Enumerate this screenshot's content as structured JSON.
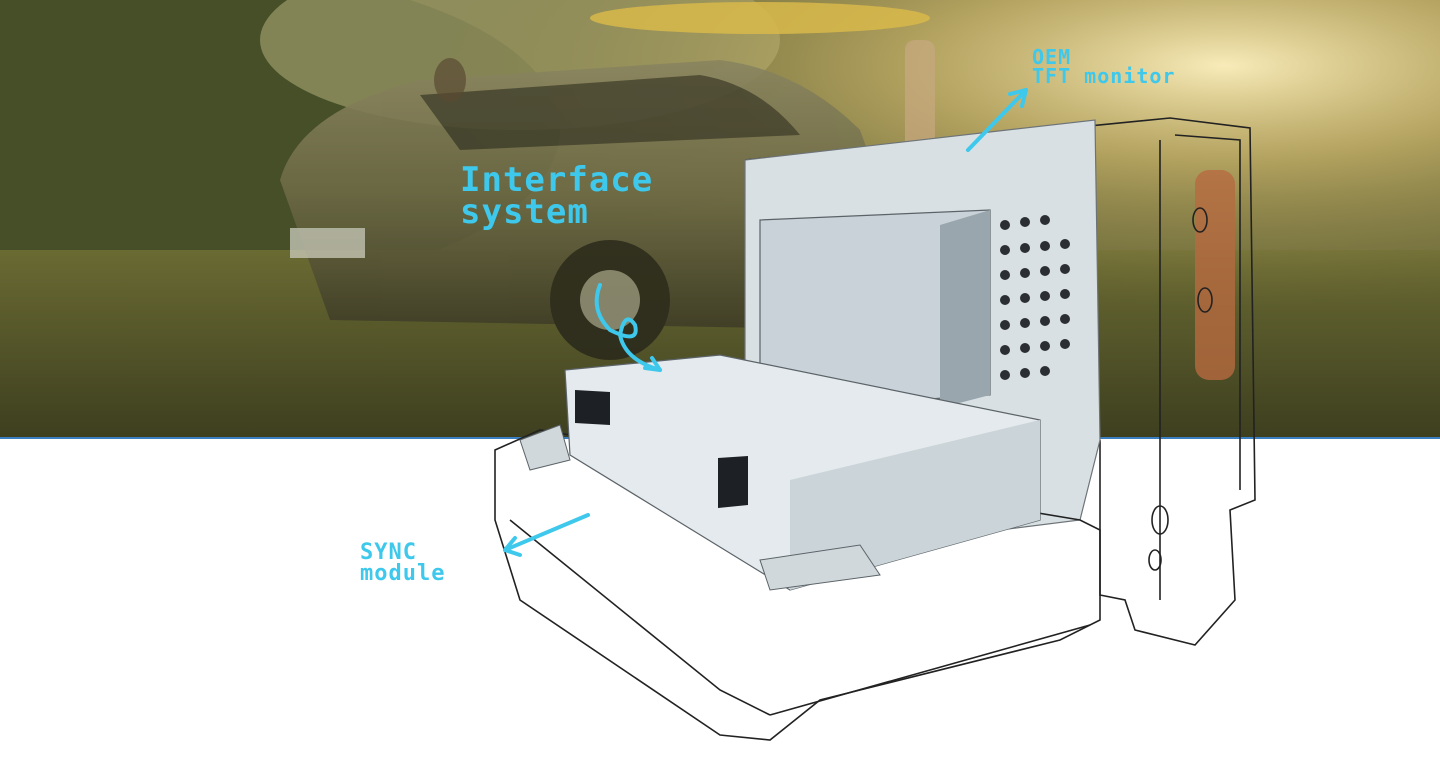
{
  "labels": {
    "interface_line1": "Interface",
    "interface_line2": "system",
    "oem_line1": "OEM",
    "oem_line2": "TFT monitor",
    "sync_line1": "SYNC",
    "sync_line2": "module"
  },
  "colors": {
    "accent": "#3ec8ec",
    "divider": "#3a7fc2"
  }
}
